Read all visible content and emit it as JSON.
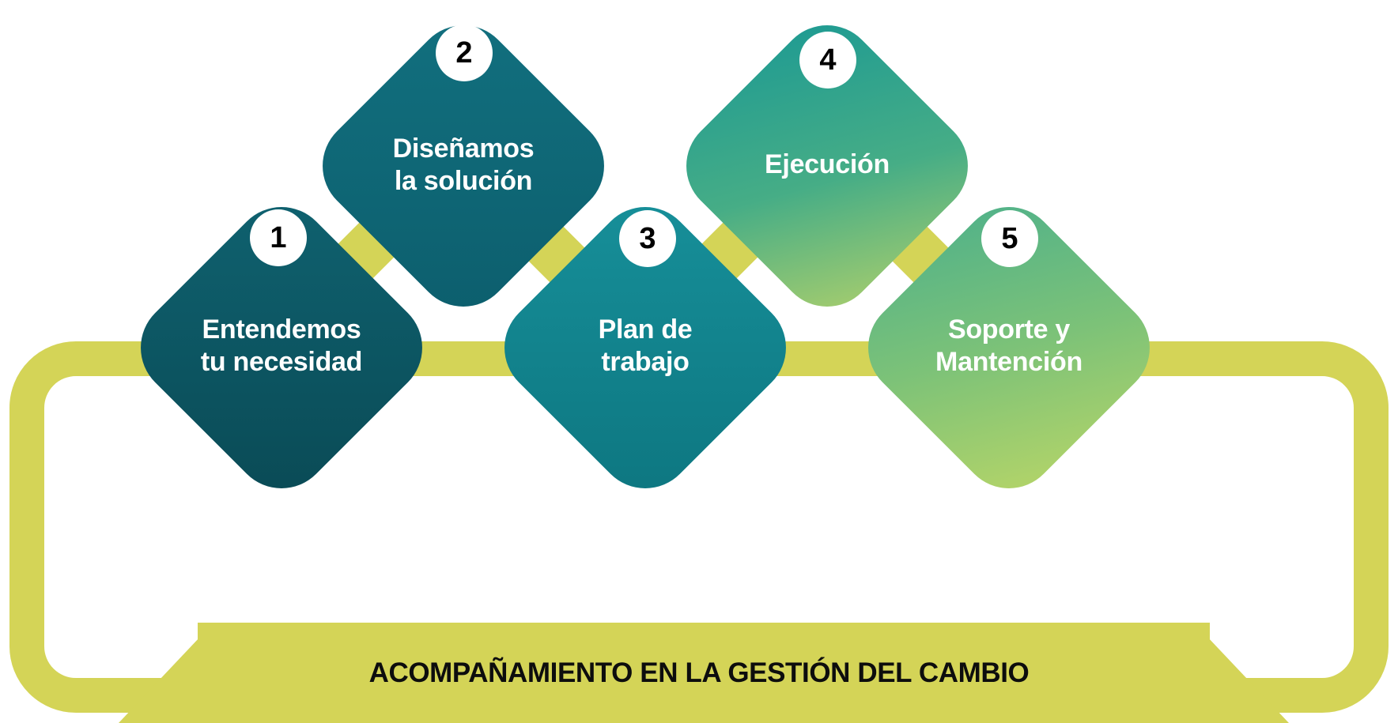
{
  "diagram": {
    "title_banner": "ACOMPAÑAMIENTO EN LA GESTIÓN DEL CAMBIO",
    "accent_yellow": "#d4d457",
    "steps": [
      {
        "number": "1",
        "line1": "Entendemos",
        "line2": "tu necesidad",
        "gradient_from": "#0d5b66",
        "gradient_to": "#0a4f59"
      },
      {
        "number": "2",
        "line1": "Diseñamos",
        "line2": "la solución",
        "gradient_from": "#0d6577",
        "gradient_to": "#136e7d"
      },
      {
        "number": "3",
        "line1": "Plan de",
        "line2": "trabajo",
        "gradient_from": "#0d7a85",
        "gradient_to": "#199096"
      },
      {
        "number": "4",
        "line1": "Ejecución",
        "line2": "",
        "gradient_from": "#1f9b92",
        "gradient_to": "#a5cc6e"
      },
      {
        "number": "5",
        "line1": "Soporte y",
        "line2": "Mantención",
        "gradient_from": "#56b388",
        "gradient_to": "#b3d36a"
      }
    ]
  }
}
